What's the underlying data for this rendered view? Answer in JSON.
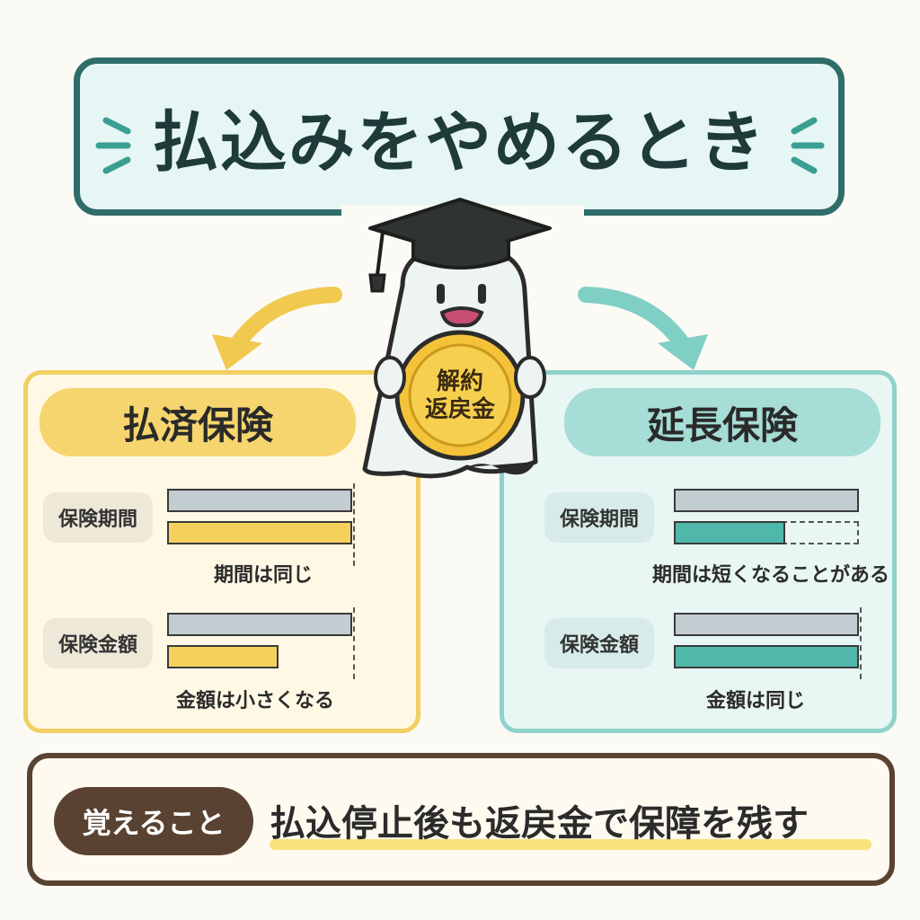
{
  "title": "払込みをやめるとき",
  "coin": {
    "line1": "解約",
    "line2": "返戻金"
  },
  "left_panel": {
    "heading": "払済保険",
    "rows": [
      {
        "label": "保険期間",
        "note": "期間は同じ",
        "before": 1.0,
        "after": 1.0
      },
      {
        "label": "保険金額",
        "note": "金額は小さくなる",
        "before": 1.0,
        "after": 0.6
      }
    ]
  },
  "right_panel": {
    "heading": "延長保険",
    "rows": [
      {
        "label": "保険期間",
        "note": "期間は短くなることがある",
        "before": 1.0,
        "after": 0.6
      },
      {
        "label": "保険金額",
        "note": "金額は同じ",
        "before": 1.0,
        "after": 1.0
      }
    ]
  },
  "remember": {
    "label": "覚えること",
    "text": "払込停止後も返戻金で保障を残す"
  },
  "colors": {
    "title_border": "#2f6d69",
    "left_accent": "#f6d56e",
    "right_accent": "#a6ddd6",
    "bottom_border": "#5a4232"
  }
}
